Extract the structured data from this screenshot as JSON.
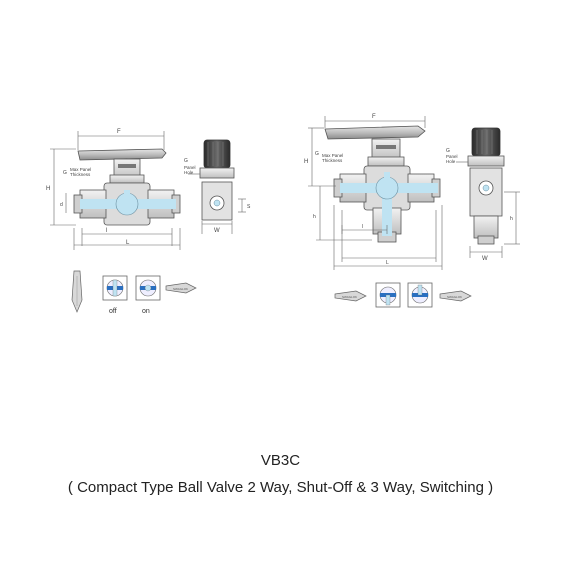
{
  "diagram": {
    "two_way": {
      "dims": {
        "F": "F",
        "H": "H",
        "G": "G",
        "d": "d",
        "ell": "l",
        "L": "L",
        "W": "W",
        "S": "S"
      },
      "panel_note_1": "Max Panel",
      "panel_note_2": "Thickness",
      "panel_hole_1": "Panel",
      "panel_hole_2": "Hole",
      "handle_positions": [
        "off",
        "on"
      ]
    },
    "three_way": {
      "dims": {
        "F": "F",
        "H": "H",
        "G": "G",
        "h": "h",
        "ell": "l",
        "L": "L",
        "W": "W"
      },
      "panel_note_1": "Max Panel",
      "panel_note_2": "Thickness",
      "panel_hole_1": "Panel",
      "panel_hole_2": "Hole"
    }
  },
  "caption": {
    "model": "VB3C",
    "description": "( Compact Type Ball Valve 2 Way, Shut-Off & 3 Way, Switching )"
  },
  "colors": {
    "flow_blue": "#bfe3f2",
    "line": "#555555",
    "body_gray": "#d9d9d9",
    "knob_dark": "#3a3a3a"
  }
}
